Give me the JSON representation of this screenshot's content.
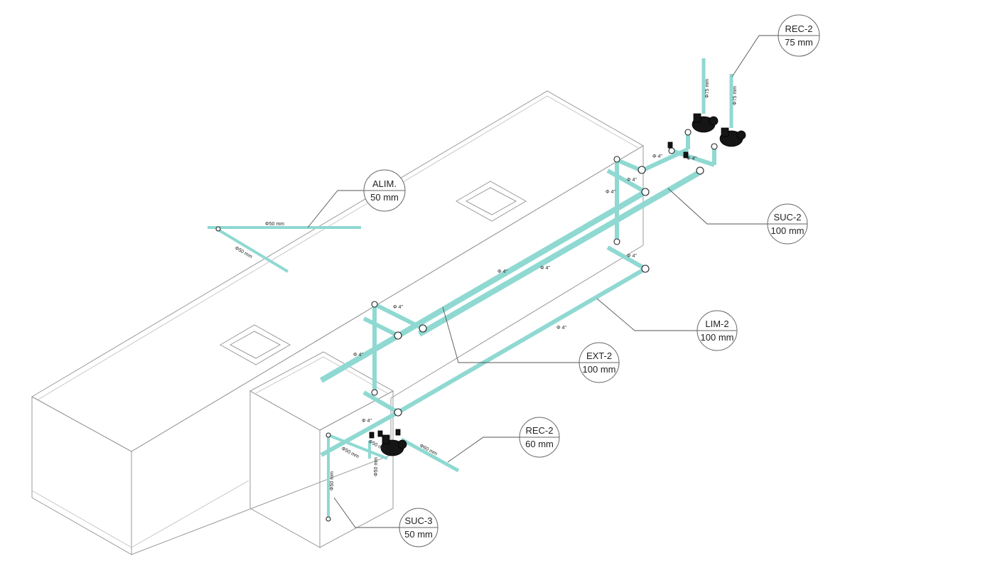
{
  "tags": [
    {
      "id": "rec2-top",
      "name": "REC-2",
      "size": "75 mm"
    },
    {
      "id": "alim",
      "name": "ALIM.",
      "size": "50 mm"
    },
    {
      "id": "suc2",
      "name": "SUC-2",
      "size": "100 mm"
    },
    {
      "id": "lim2",
      "name": "LIM-2",
      "size": "100 mm"
    },
    {
      "id": "ext2",
      "name": "EXT-2",
      "size": "100 mm"
    },
    {
      "id": "rec2-bottom",
      "name": "REC-2",
      "size": "60 mm"
    },
    {
      "id": "suc3",
      "name": "SUC-3",
      "size": "50 mm"
    }
  ],
  "dimensions": {
    "phi50": "Φ50 mm",
    "phi75": "Φ75 mm",
    "phi60": "Φ60 mm",
    "phi4": "Φ 4\""
  },
  "colors": {
    "pipe": "#8fd9d2",
    "pipe_edge": "#6fbfb8",
    "outline": "#9a9a9a",
    "pump": "#151515"
  }
}
